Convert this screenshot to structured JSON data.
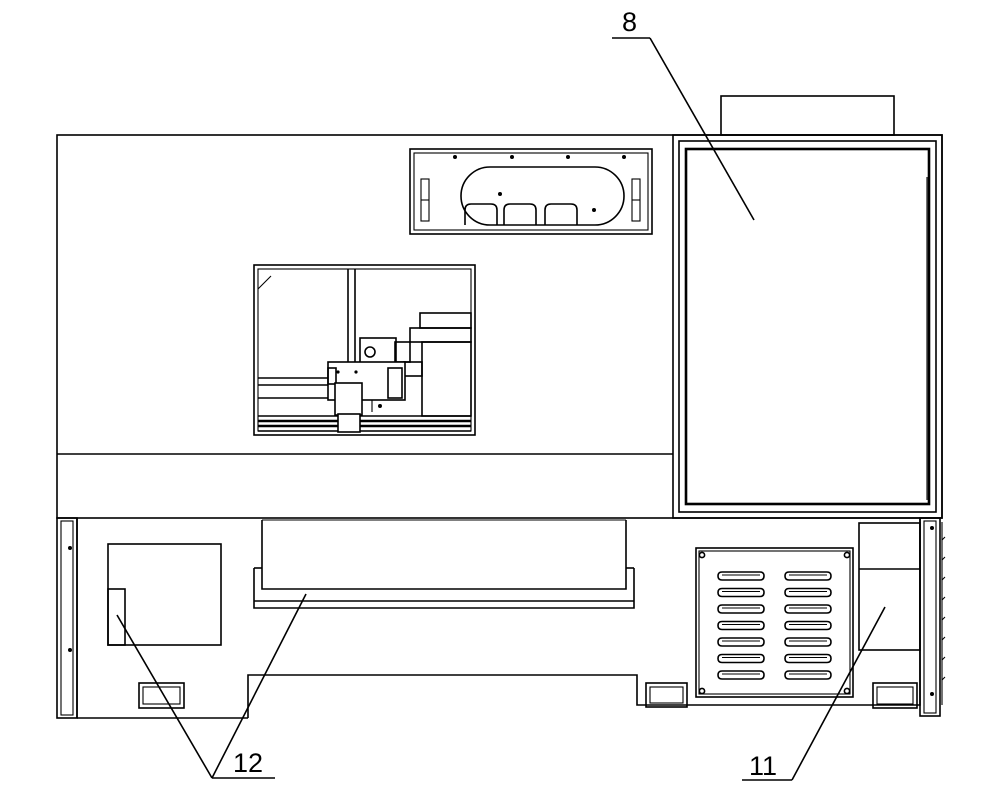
{
  "callouts": {
    "label_8": "8",
    "label_11": "11",
    "label_12": "12"
  },
  "colors": {
    "line": "#000000",
    "background": "#ffffff"
  }
}
